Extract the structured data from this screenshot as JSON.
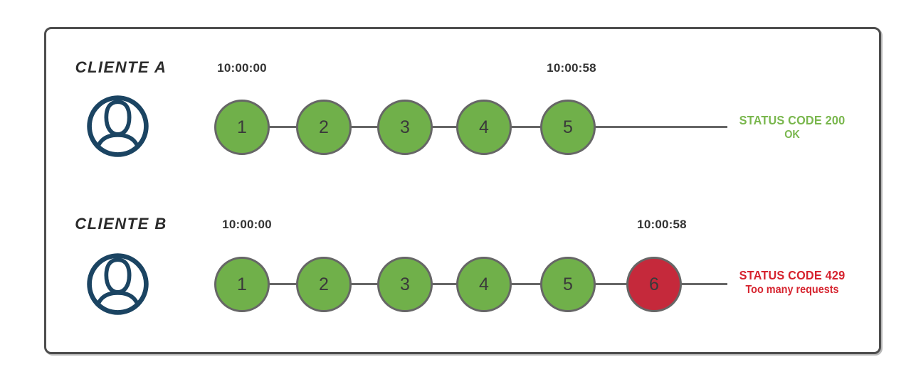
{
  "palette": {
    "request_ok": "#70B04A",
    "request_blocked": "#C5293B",
    "circle_border": "#666666",
    "timeline_line": "#666666",
    "status_ok_text": "#7AB74E",
    "status_error_text": "#D6242F",
    "avatar_color": "#1B4462",
    "frame_border": "#4D4D4D",
    "text_color": "#333333"
  },
  "rows": [
    {
      "client": "CLIENTE A",
      "start_time": "10:00:00",
      "end_time": "10:00:58",
      "requests": [
        {
          "label": "1",
          "state": "ok"
        },
        {
          "label": "2",
          "state": "ok"
        },
        {
          "label": "3",
          "state": "ok"
        },
        {
          "label": "4",
          "state": "ok"
        },
        {
          "label": "5",
          "state": "ok"
        }
      ],
      "status": {
        "code_line": "STATUS CODE 200",
        "message_line": "OK"
      }
    },
    {
      "client": "CLIENTE B",
      "start_time": "10:00:00",
      "end_time": "10:00:58",
      "requests": [
        {
          "label": "1",
          "state": "ok"
        },
        {
          "label": "2",
          "state": "ok"
        },
        {
          "label": "3",
          "state": "ok"
        },
        {
          "label": "4",
          "state": "ok"
        },
        {
          "label": "5",
          "state": "ok"
        },
        {
          "label": "6",
          "state": "blocked"
        }
      ],
      "status": {
        "code_line": "STATUS CODE 429",
        "message_line": "Too many requests"
      }
    }
  ]
}
